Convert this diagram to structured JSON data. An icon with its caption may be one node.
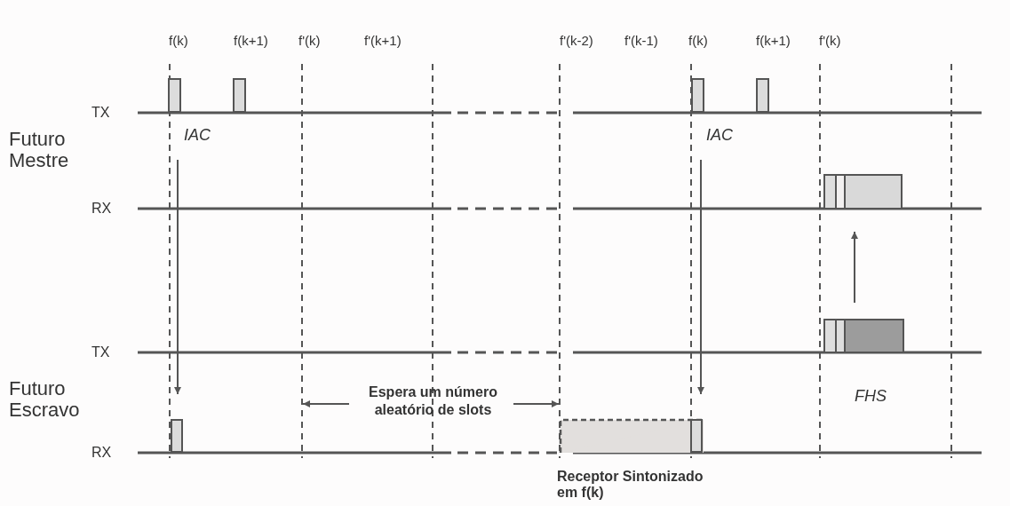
{
  "diagram": {
    "nodes": [
      {
        "text": [],
        "shape": "bar"
      },
      {
        "text": [],
        "shape": "bar"
      },
      {
        "text": [],
        "shape": "bar"
      },
      {
        "text": [],
        "shape": "bar"
      },
      {
        "text": [],
        "shape": "box"
      },
      {
        "text": [],
        "shape": "box",
        "beside": [
          "FHS"
        ]
      },
      {
        "text": [],
        "shape": "bar"
      },
      {
        "text": [],
        "shape": "box",
        "beside": [
          "Receptor Sintonizado em f(k)"
        ]
      },
      {
        "text": [],
        "shape": "bar",
        "in": 7
      }
    ],
    "edges": [
      {
        "from": null,
        "to": 6,
        "arrow": "to",
        "label": "IAC"
      },
      {
        "from": null,
        "to": 8,
        "arrow": "to",
        "label": "IAC"
      },
      {
        "from": 5,
        "to": 4,
        "arrow": "to"
      }
    ],
    "labels": [
      "f(k)",
      "f(k+1)",
      "f'(k)",
      "f'(k+1)",
      "f'(k-2)",
      "f'(k-1)",
      "f(k)",
      "f(k+1)",
      "f'(k)",
      "TX",
      "Futuro Mestre",
      "RX",
      "TX",
      "Futuro Escravo",
      "RX",
      "Espera um número aleatório de slots"
    ]
  }
}
